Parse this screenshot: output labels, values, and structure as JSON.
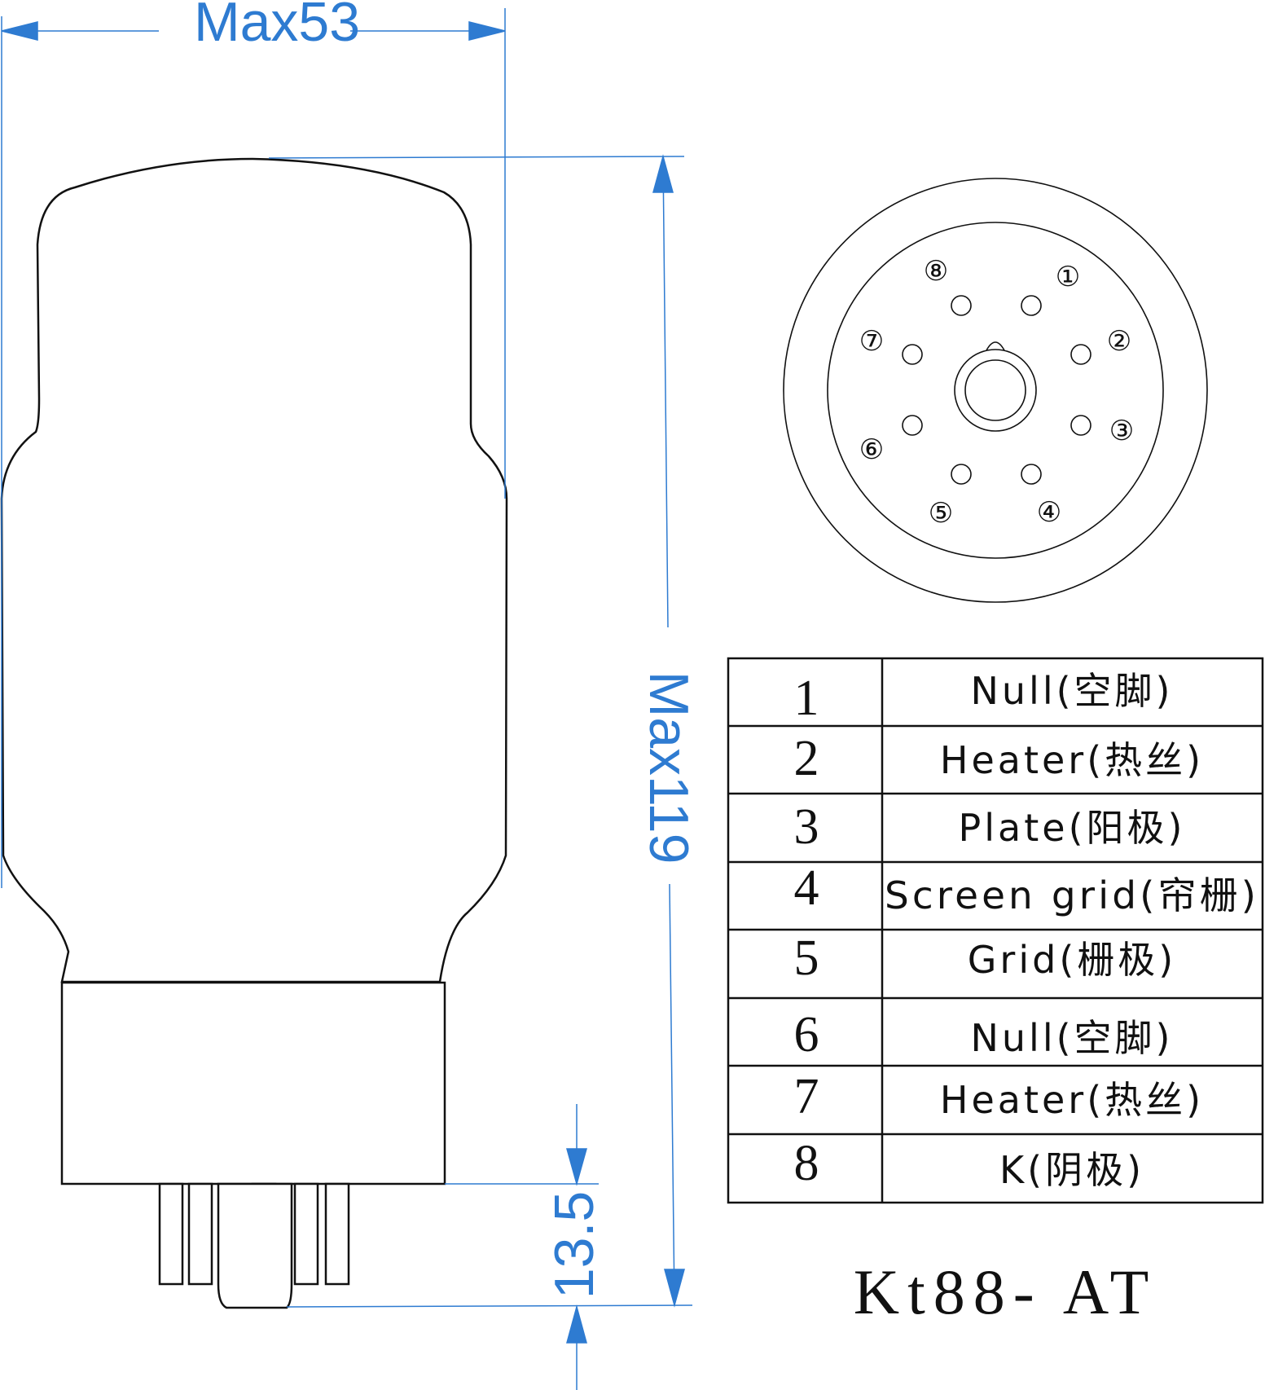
{
  "colors": {
    "dimension": "#2e7bd1",
    "outline": "#111111",
    "background": "#ffffff"
  },
  "dimensions": {
    "width_label": "Max53",
    "height_label": "Max119",
    "pin_length_label": "13.5"
  },
  "base_diagram": {
    "pin_labels": [
      "①",
      "②",
      "③",
      "④",
      "⑤",
      "⑥",
      "⑦",
      "⑧"
    ]
  },
  "pin_table": {
    "rows": [
      {
        "pin": "1",
        "function": "Null(空脚)"
      },
      {
        "pin": "2",
        "function": "Heater(热丝)"
      },
      {
        "pin": "3",
        "function": "Plate(阳极)"
      },
      {
        "pin": "4",
        "function": "Screen grid(帘栅)"
      },
      {
        "pin": "5",
        "function": "Grid(栅极)"
      },
      {
        "pin": "6",
        "function": "Null(空脚)"
      },
      {
        "pin": "7",
        "function": "Heater(热丝)"
      },
      {
        "pin": "8",
        "function": "K(阴极)"
      }
    ]
  },
  "model": "Kt88- AT"
}
